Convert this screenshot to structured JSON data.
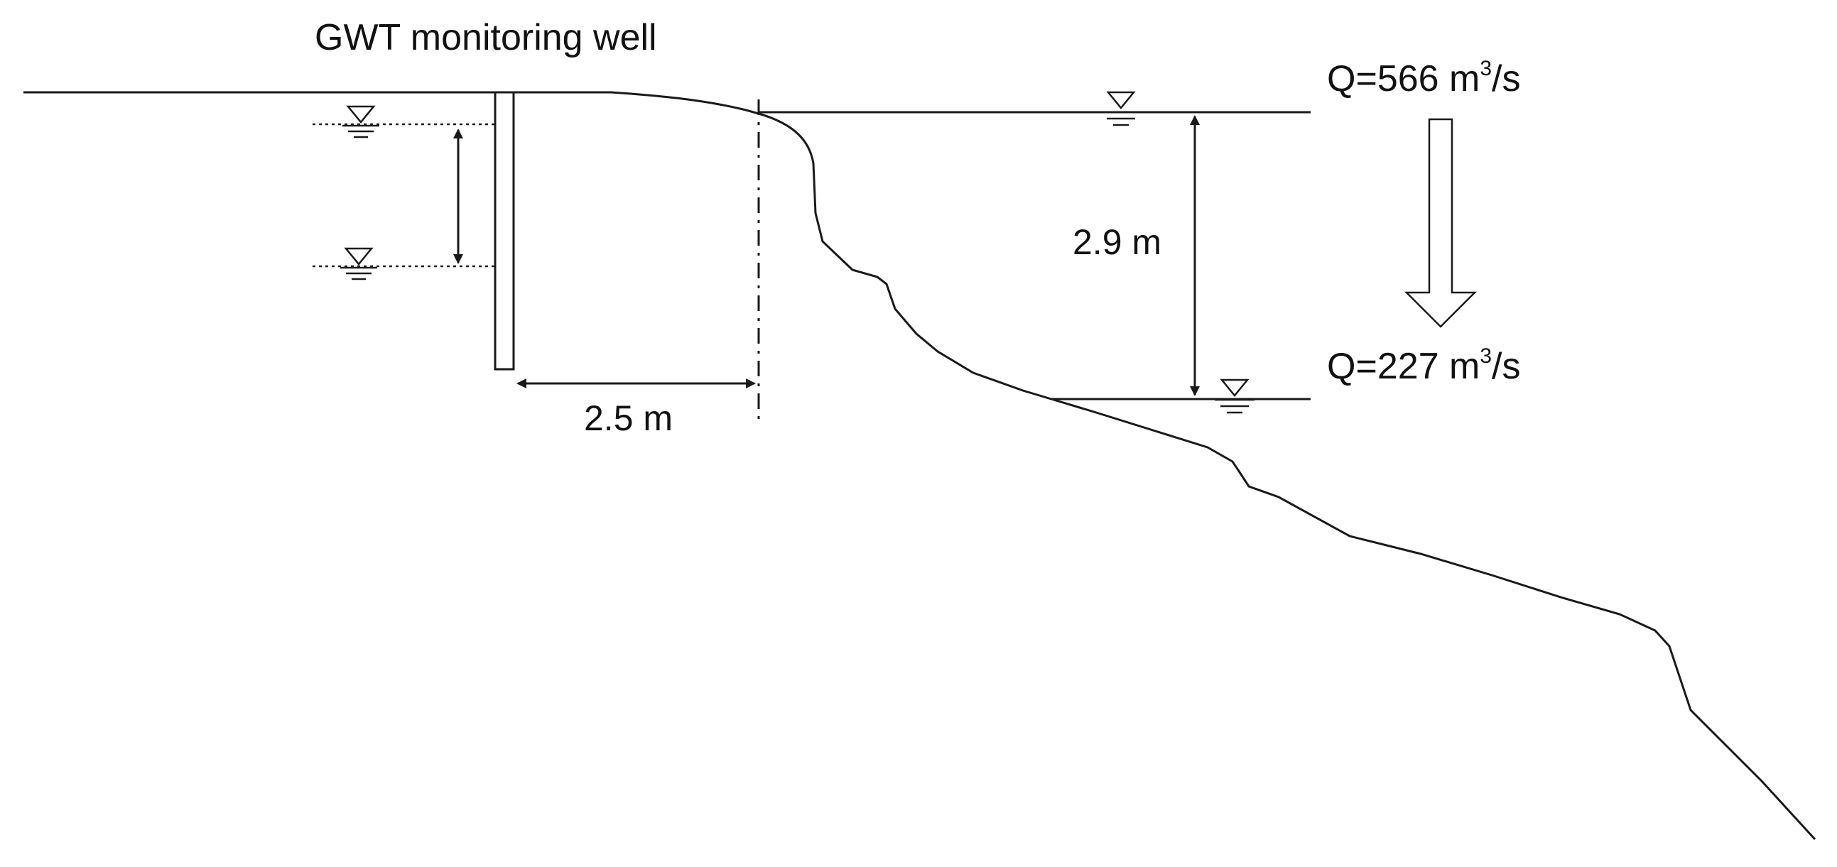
{
  "well_label": "GWT monitoring well",
  "flow_high": {
    "prefix": "Q=566 m",
    "superscript": "3",
    "suffix": "/s"
  },
  "flow_low": {
    "prefix": "Q=227 m",
    "superscript": "3",
    "suffix": "/s"
  },
  "stage_difference": "2.9 m",
  "well_distance": "2.5 m",
  "colors": {
    "ink": "#1a1a1a",
    "background": "#ffffff"
  },
  "icons": [
    "water-level-symbol",
    "down-arrow"
  ]
}
